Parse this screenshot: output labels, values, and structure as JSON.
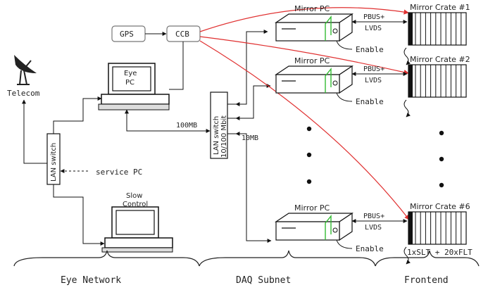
{
  "colors": {
    "line": "#111111",
    "red_link": "#e03030",
    "green_led": "#33bb33",
    "box_fill": "#ffffff"
  },
  "devices": {
    "telecom_label": "Telecom",
    "gps_label": "GPS",
    "ccb_label": "CCB",
    "eye_pc_label": "Eye\nPC",
    "slow_control_label": "Slow\nControl",
    "eye_lan_switch_label": "LAN switch",
    "daq_lan_switch_label": "LAN switch\n10/100 Mbit",
    "service_pc_label": "service PC"
  },
  "links": {
    "eye_to_daq_speed": "100MB",
    "daq_to_mirror_speed": "10MB"
  },
  "mirror_rows": [
    {
      "pc_label": "Mirror PC",
      "crate_label": "Mirror Crate #1",
      "bus_label": "PBUS+",
      "lvds_label": "LVDS",
      "enable_label": "Enable"
    },
    {
      "pc_label": "Mirror PC",
      "crate_label": "Mirror Crate #2",
      "bus_label": "PBUS+",
      "lvds_label": "LVDS",
      "enable_label": "Enable"
    },
    {
      "pc_label": "Mirror PC",
      "crate_label": "Mirror Crate #6",
      "bus_label": "PBUS+",
      "lvds_label": "LVDS",
      "enable_label": "Enable"
    }
  ],
  "crate_config_label": "1xSLT + 20xFLT",
  "sections": [
    {
      "label": "Eye Network"
    },
    {
      "label": "DAQ Subnet"
    },
    {
      "label": "Frontend"
    }
  ]
}
